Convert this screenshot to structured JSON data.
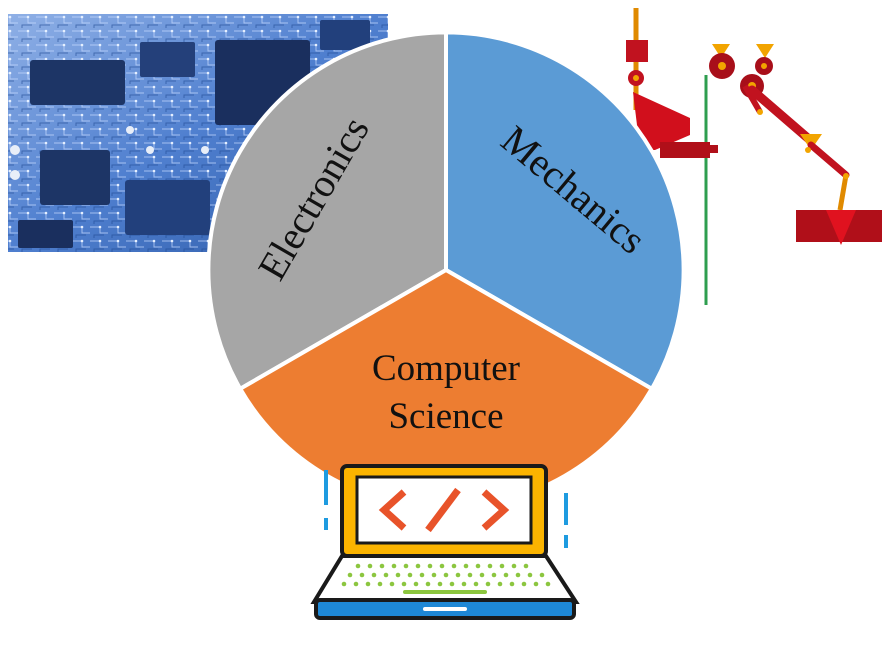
{
  "segments": [
    {
      "label": "Electronics",
      "color": "#a6a6a6"
    },
    {
      "label": "Mechanics",
      "color": "#5b9bd5"
    },
    {
      "label_lines": [
        "Computer",
        "Science"
      ],
      "color": "#ed7d31"
    }
  ],
  "illustrations": {
    "circuit_board": {
      "icon": "circuit-board-image",
      "color": "#3b6fb8"
    },
    "mechanism": {
      "icon": "mechanical-linkage-image",
      "color": "#c1121f"
    },
    "laptop": {
      "icon": "laptop-code-icon",
      "screen_color": "#fbb400",
      "base_color": "#1e88d6"
    }
  }
}
